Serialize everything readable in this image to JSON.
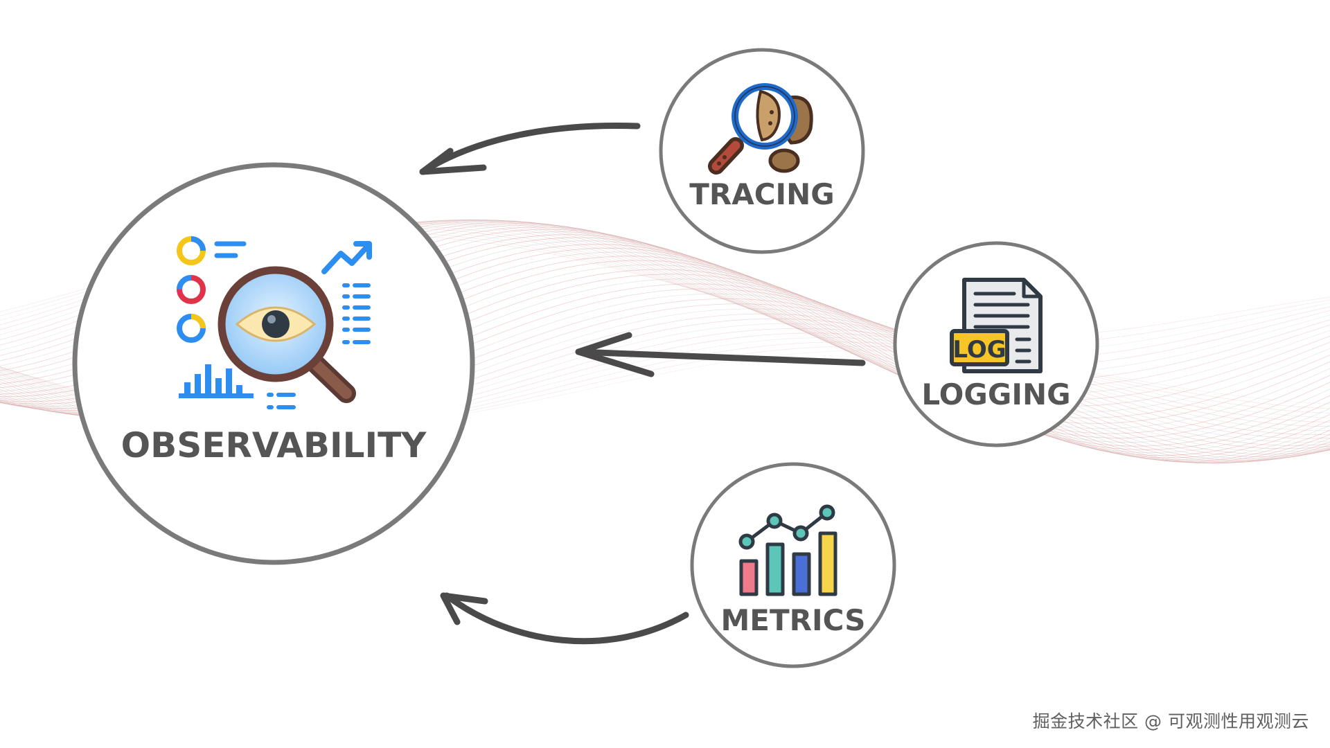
{
  "diagram": {
    "hub": {
      "label": "OBSERVABILITY"
    },
    "nodes": [
      {
        "id": "tracing",
        "label": "TRACING"
      },
      {
        "id": "logging",
        "label": "LOGGING",
        "icon_text": "LOG"
      },
      {
        "id": "metrics",
        "label": "METRICS"
      }
    ]
  },
  "watermark": "掘金技术社区 @ 可观测性用观测云",
  "colors": {
    "circle_stroke": "#7a7a7a",
    "label_text": "#555555",
    "arrow": "#4a4a4a",
    "wave": "#d98a8a",
    "icon_blue": "#2b8ef0",
    "icon_yellow": "#f5c518",
    "icon_red": "#e0334a"
  }
}
